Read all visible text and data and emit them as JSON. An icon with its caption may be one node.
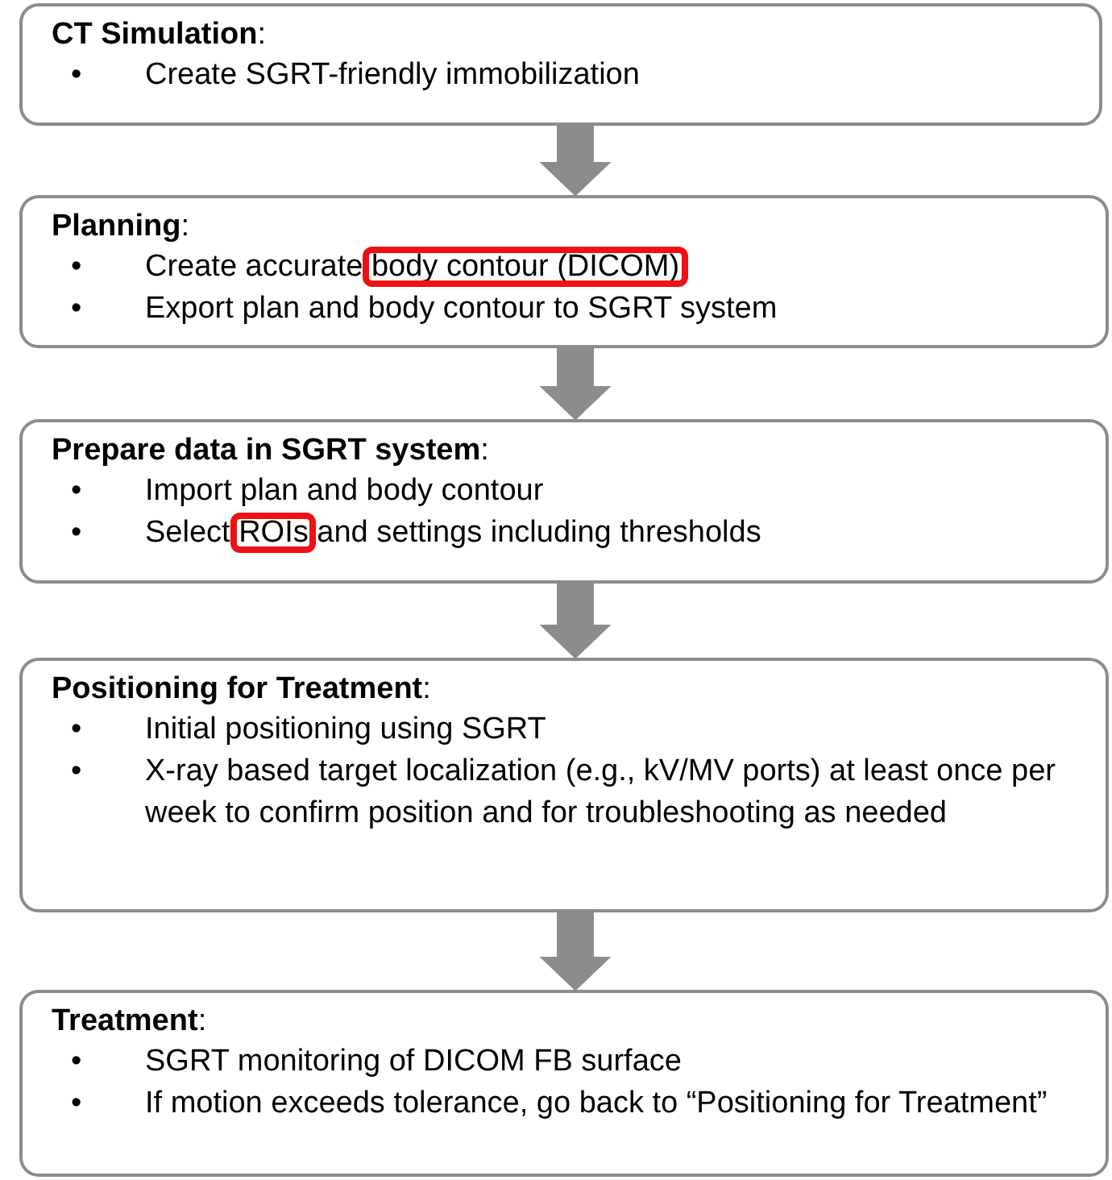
{
  "diagram": {
    "nodes": [
      {
        "text": [
          "**CT Simulation**:",
          "Create SGRT-friendly immobilization"
        ]
      },
      {
        "text": [
          "**Planning**:",
          "Create accurate body contour (DICOM)",
          "Export plan and body contour to SGRT system"
        ]
      },
      {
        "text": [
          "**Prepare data in SGRT system**:",
          "Import plan and body contour",
          "Select ROIs and settings including thresholds"
        ]
      },
      {
        "text": [
          "**Positioning for Treatment**:",
          "Initial positioning using SGRT",
          "X-ray based target localization (e.g., kV/MV ports) at least once per week to confirm position and for troubleshooting as needed"
        ]
      },
      {
        "text": [
          "**Treatment**:",
          "SGRT monitoring of DICOM FB surface",
          "If motion exceeds tolerance, go back to “Positioning for Treatment”"
        ]
      }
    ],
    "edges": [
      {
        "from": 0,
        "to": 1,
        "arrow": "to"
      },
      {
        "from": 1,
        "to": 2,
        "arrow": "to"
      },
      {
        "from": 2,
        "to": 3,
        "arrow": "to"
      },
      {
        "from": 3,
        "to": 4,
        "arrow": "to"
      }
    ],
    "labels": [
      "•",
      "•",
      "•",
      "•",
      "•",
      "•",
      "•",
      "•",
      "•"
    ]
  }
}
